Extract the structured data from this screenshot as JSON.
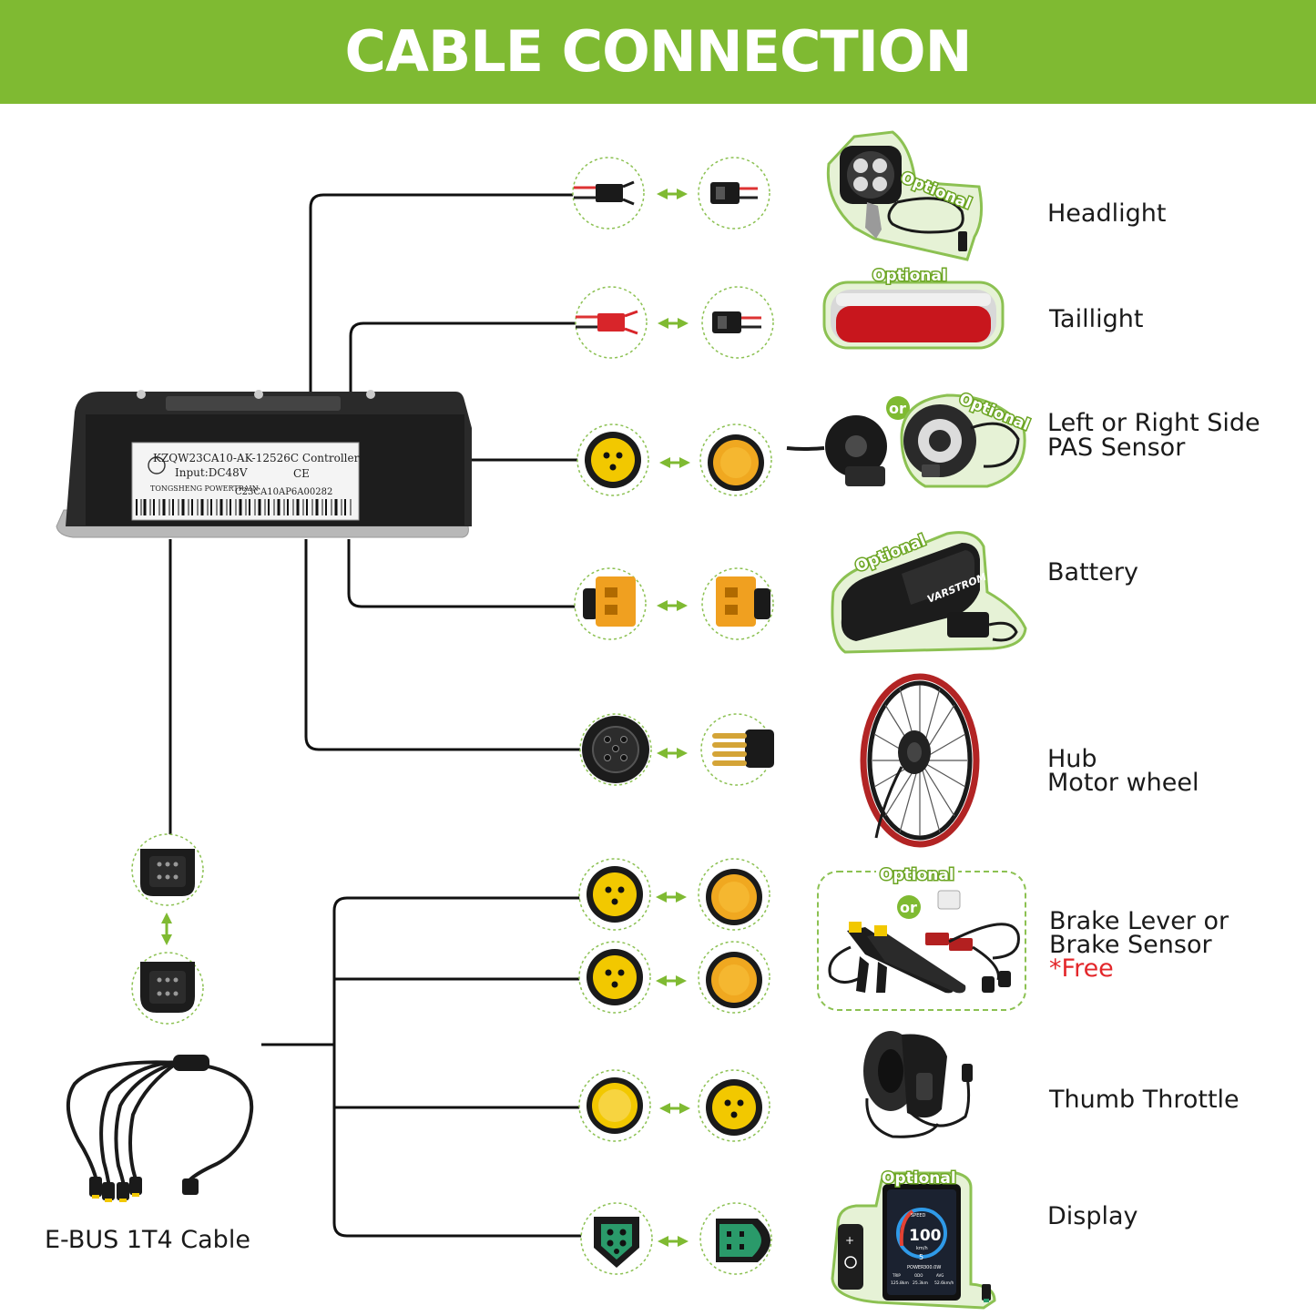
{
  "header": {
    "title": "CABLE CONNECTION"
  },
  "colors": {
    "brand_green": "#7fba32",
    "connector_yellow": "#f2b300",
    "connector_orange": "#f0a020",
    "connector_green": "#2a9a6a",
    "accent_red": "#e3272b"
  },
  "controller": {
    "model_line": "KZQW23CA10-AK-12526C Controller",
    "input_line": "Input:DC48V",
    "ce_mark": "CE",
    "maker_line": "TONGSHENG POWERTRAIN",
    "serial_line": "C23CA10AP6A00282"
  },
  "components": [
    {
      "id": "headlight",
      "label": "Headlight",
      "optional": "Optional"
    },
    {
      "id": "taillight",
      "label": "Taillight",
      "optional": "Optional"
    },
    {
      "id": "pas",
      "label_line1": "Left or Right Side",
      "label_line2": "PAS Sensor",
      "optional": "Optional",
      "or": "or"
    },
    {
      "id": "battery",
      "label": "Battery",
      "optional": "Optional",
      "brand": "VARSTROM"
    },
    {
      "id": "hub",
      "label_line1": "Hub",
      "label_line2": "Motor wheel"
    },
    {
      "id": "brake",
      "label_line1": "Brake Lever or",
      "label_line2": "Brake Sensor",
      "label_line3": "*Free",
      "optional": "Optional",
      "or": "or"
    },
    {
      "id": "throttle",
      "label": "Thumb Throttle"
    },
    {
      "id": "display",
      "label": "Display",
      "optional": "Optional"
    }
  ],
  "display_screen": {
    "speed": "100",
    "speed_label": "SPEED",
    "unit": "km/h",
    "power_label": "POWER",
    "power_value": "300.0W",
    "assist": "5",
    "trip_label": "TRIP",
    "odo_label": "ODO",
    "avg_label": "AVG",
    "trip": "125.8km",
    "odo": "25.3km",
    "avg": "52.6km/h"
  },
  "ebus": {
    "label": "E-BUS 1T4 Cable"
  },
  "icons": [
    "double-arrow-icon",
    "connector-icon",
    "headlight-icon",
    "taillight-icon",
    "pas-sensor-icon",
    "battery-icon",
    "motor-wheel-icon",
    "brake-lever-icon",
    "throttle-icon",
    "display-icon",
    "cable-icon"
  ]
}
